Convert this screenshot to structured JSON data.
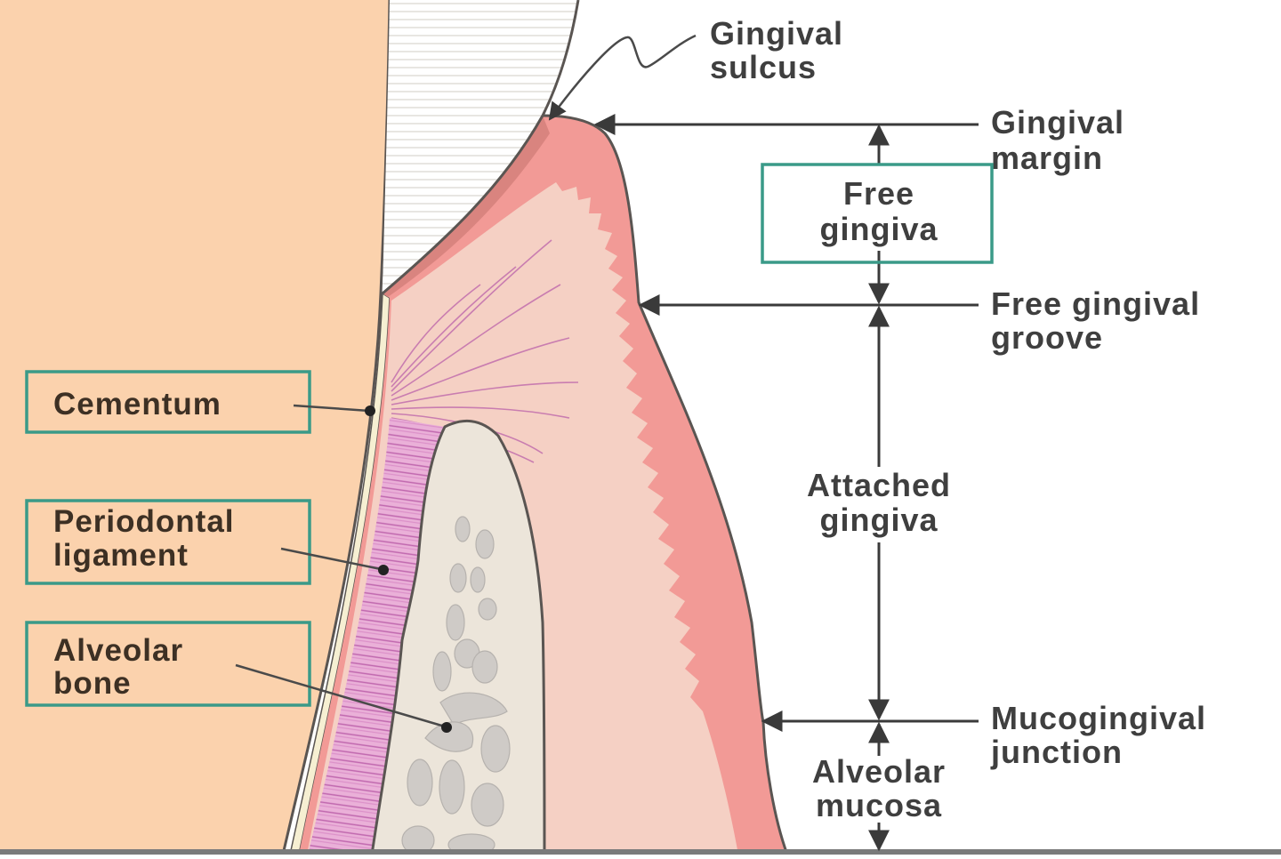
{
  "diagram": {
    "subject": "Periodontium / gingiva cross-section",
    "colors": {
      "tooth_root": "#fbd2ad",
      "enamel": "#ffffff",
      "enamel_lines": "#e6e4e0",
      "gingival_epithelium": "#f29a96",
      "sulcular_epithelium": "#d9847f",
      "connective_tissue": "#f5d0c4",
      "periodontal_ligament": "#e8a6d2",
      "ligament_fibers": "#b84fa6",
      "alveolar_bone": "#ece5da",
      "trabeculae": "#cfcbc7",
      "label_box_border": "#3a9a88",
      "outline": "#5a5552",
      "label_text": "#3f3f3f"
    },
    "boxed_labels": {
      "cementum": "Cementum",
      "periodontal_ligament_line1": "Periodontal",
      "periodontal_ligament_line2": "ligament",
      "alveolar_bone_line1": "Alveolar",
      "alveolar_bone_line2": "bone",
      "free_gingiva_line1": "Free",
      "free_gingiva_line2": "gingiva"
    },
    "right_labels": {
      "gingival_sulcus_line1": "Gingival",
      "gingival_sulcus_line2": "sulcus",
      "gingival_margin_line1": "Gingival",
      "gingival_margin_line2": "margin",
      "free_gingival_groove_line1": "Free gingival",
      "free_gingival_groove_line2": "groove",
      "mucogingival_junction_line1": "Mucogingival",
      "mucogingival_junction_line2": "junction"
    },
    "dimension_labels": {
      "attached_gingiva_line1": "Attached",
      "attached_gingiva_line2": "gingiva",
      "alveolar_mucosa_line1": "Alveolar",
      "alveolar_mucosa_line2": "mucosa"
    }
  }
}
